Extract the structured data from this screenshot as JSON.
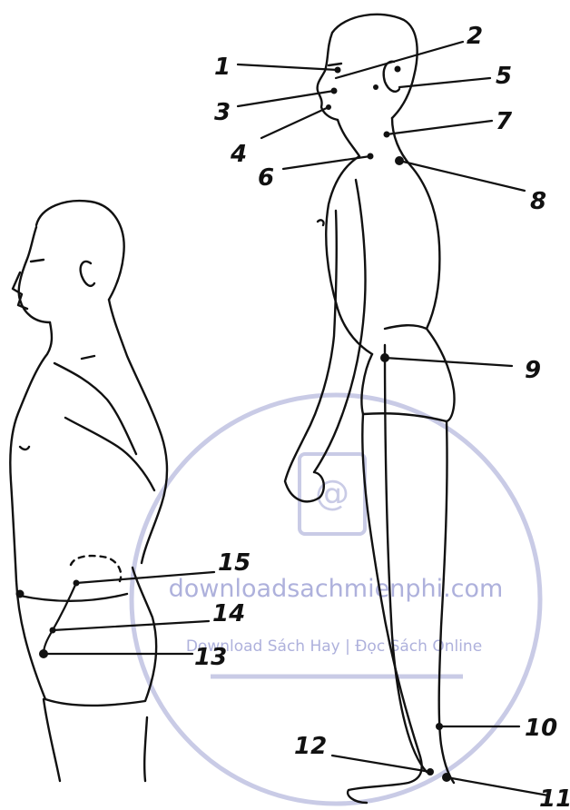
{
  "figure": {
    "points": [
      {
        "id": "point-1",
        "label": "1"
      },
      {
        "id": "point-2",
        "label": "2"
      },
      {
        "id": "point-3",
        "label": "3"
      },
      {
        "id": "point-4",
        "label": "4"
      },
      {
        "id": "point-5",
        "label": "5"
      },
      {
        "id": "point-6",
        "label": "6"
      },
      {
        "id": "point-7",
        "label": "7"
      },
      {
        "id": "point-8",
        "label": "8"
      },
      {
        "id": "point-9",
        "label": "9"
      },
      {
        "id": "point-10",
        "label": "10"
      },
      {
        "id": "point-11",
        "label": "11"
      },
      {
        "id": "point-12",
        "label": "12"
      },
      {
        "id": "point-13",
        "label": "13"
      },
      {
        "id": "point-14",
        "label": "14"
      },
      {
        "id": "point-15",
        "label": "15"
      }
    ]
  },
  "watermark": {
    "site": "downloadsachmienphi.com",
    "tagline": "Download Sách Hay | Đọc Sách Online",
    "color": "#aeb1dc"
  }
}
